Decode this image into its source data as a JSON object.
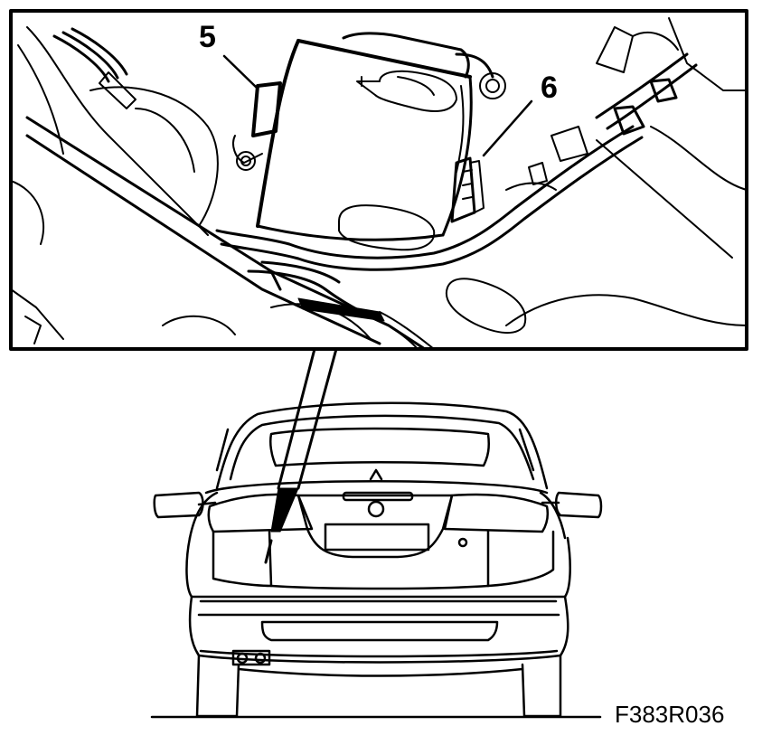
{
  "callouts": {
    "label_5": "5",
    "label_6": "6"
  },
  "figure_code": "F383R036",
  "colors": {
    "line": "#000000",
    "background": "#ffffff"
  }
}
